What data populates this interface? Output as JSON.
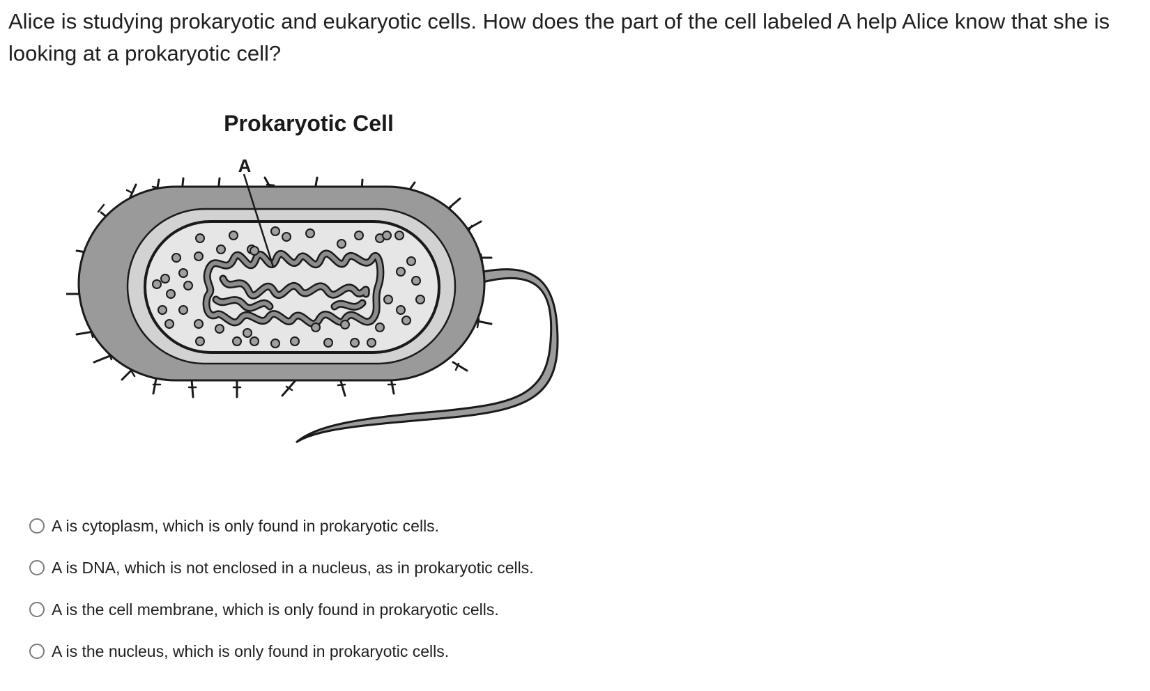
{
  "question": {
    "text": "Alice is studying prokaryotic and eukaryotic cells. How does the part of the cell labeled A help Alice know that she is looking at a prokaryotic cell?"
  },
  "figure": {
    "title": "Prokaryotic Cell",
    "label_a": "A",
    "colors": {
      "wall": "#9a9a9a",
      "membrane": "#d2d2d2",
      "cytoplasm": "#e6e6e6",
      "outline": "#1a1a1a",
      "dna": "#8c8c8c",
      "ribosome": "#9f9f9f"
    }
  },
  "options": [
    {
      "label": "A is cytoplasm, which is only found in prokaryotic cells."
    },
    {
      "label": "A is DNA, which is not enclosed in a nucleus, as in prokaryotic cells."
    },
    {
      "label": "A is the cell membrane, which is only found in prokaryotic cells."
    },
    {
      "label": "A is the nucleus, which is only found in prokaryotic cells."
    }
  ]
}
